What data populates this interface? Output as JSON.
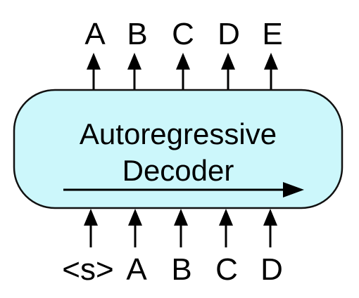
{
  "decoder": {
    "title_line1": "Autoregressive",
    "title_line2": "Decoder",
    "fill_color": "#ccf7fb",
    "stroke_color": "#111111"
  },
  "outputs": [
    "A",
    "B",
    "C",
    "D",
    "E"
  ],
  "inputs": [
    "<s>",
    "A",
    "B",
    "C",
    "D"
  ],
  "direction_arrow": "left-to-right"
}
